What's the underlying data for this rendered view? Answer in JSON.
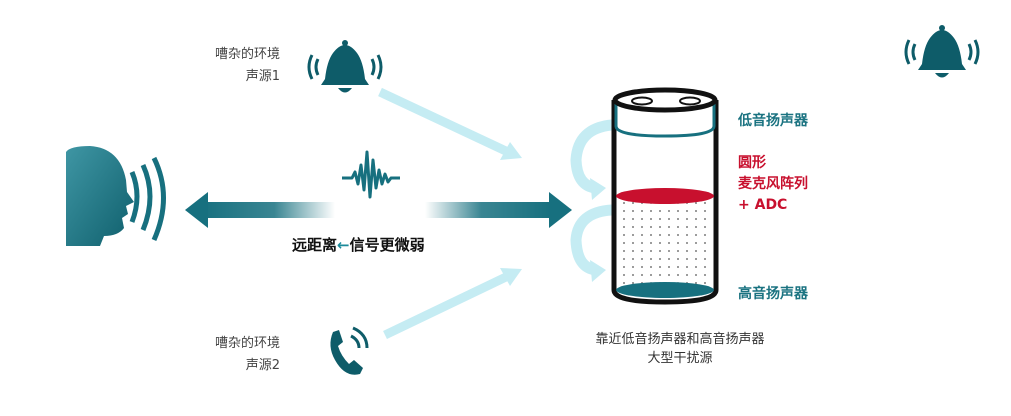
{
  "noise_source_1": {
    "line1": "嘈杂的环境",
    "line2": "声源1"
  },
  "noise_source_2": {
    "line1": "嘈杂的环境",
    "line2": "声源2"
  },
  "distance_label": {
    "part1": "远距离",
    "arrow": "←",
    "part2": "信号更微弱"
  },
  "speaker_labels": {
    "woofer": "低音扬声器",
    "mic_line1": "圆形",
    "mic_line2": "麦克风阵列",
    "mic_line3": "+ ADC",
    "tweeter": "高音扬声器"
  },
  "caption": {
    "line1": "靠近低音扬声器和高音扬声器",
    "line2": "大型干扰源"
  },
  "colors": {
    "teal": "#17707f",
    "light_cyan": "#c5ecf3",
    "red": "#c8102e"
  }
}
